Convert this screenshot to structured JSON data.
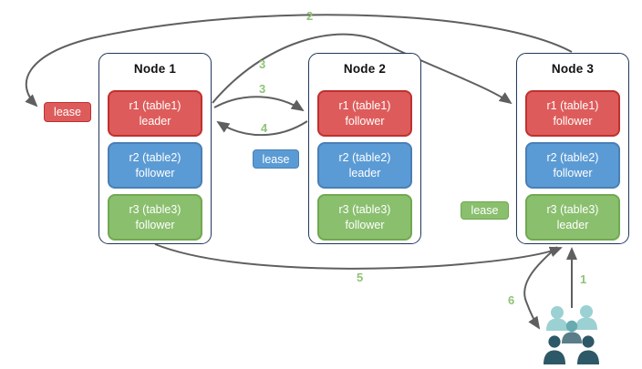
{
  "nodes": [
    {
      "title": "Node 1",
      "replicas": [
        {
          "name": "r1 (table1)",
          "role": "leader",
          "fill": "#dd5c5b",
          "border": "#c0302e"
        },
        {
          "name": "r2 (table2)",
          "role": "follower",
          "fill": "#5b9bd5",
          "border": "#4a7fb5"
        },
        {
          "name": "r3 (table3)",
          "role": "follower",
          "fill": "#8abf6e",
          "border": "#71a850"
        }
      ]
    },
    {
      "title": "Node 2",
      "replicas": [
        {
          "name": "r1 (table1)",
          "role": "follower",
          "fill": "#dd5c5b",
          "border": "#c0302e"
        },
        {
          "name": "r2 (table2)",
          "role": "leader",
          "fill": "#5b9bd5",
          "border": "#4a7fb5"
        },
        {
          "name": "r3 (table3)",
          "role": "follower",
          "fill": "#8abf6e",
          "border": "#71a850"
        }
      ]
    },
    {
      "title": "Node 3",
      "replicas": [
        {
          "name": "r1 (table1)",
          "role": "follower",
          "fill": "#dd5c5b",
          "border": "#c0302e"
        },
        {
          "name": "r2 (table2)",
          "role": "follower",
          "fill": "#5b9bd5",
          "border": "#4a7fb5"
        },
        {
          "name": "r3 (table3)",
          "role": "leader",
          "fill": "#8abf6e",
          "border": "#71a850"
        }
      ]
    }
  ],
  "leases": [
    {
      "label": "lease",
      "fill": "#dd5c5b",
      "border": "#c0302e"
    },
    {
      "label": "lease",
      "fill": "#5b9bd5",
      "border": "#4a7fb5"
    },
    {
      "label": "lease",
      "fill": "#8abf6e",
      "border": "#71a850"
    }
  ],
  "steps": {
    "s1": "1",
    "s2": "2",
    "s3a": "3",
    "s3b": "3",
    "s4": "4",
    "s5": "5",
    "s6": "6"
  },
  "colors": {
    "arrow": "#5f5f5f",
    "step_label": "#8fc377",
    "node_border": "#21375c",
    "users_light": "#9bd1d3",
    "users_mid_head": "#68abaf",
    "users_mid_body": "#5a7d89",
    "users_dark": "#2d5867"
  }
}
